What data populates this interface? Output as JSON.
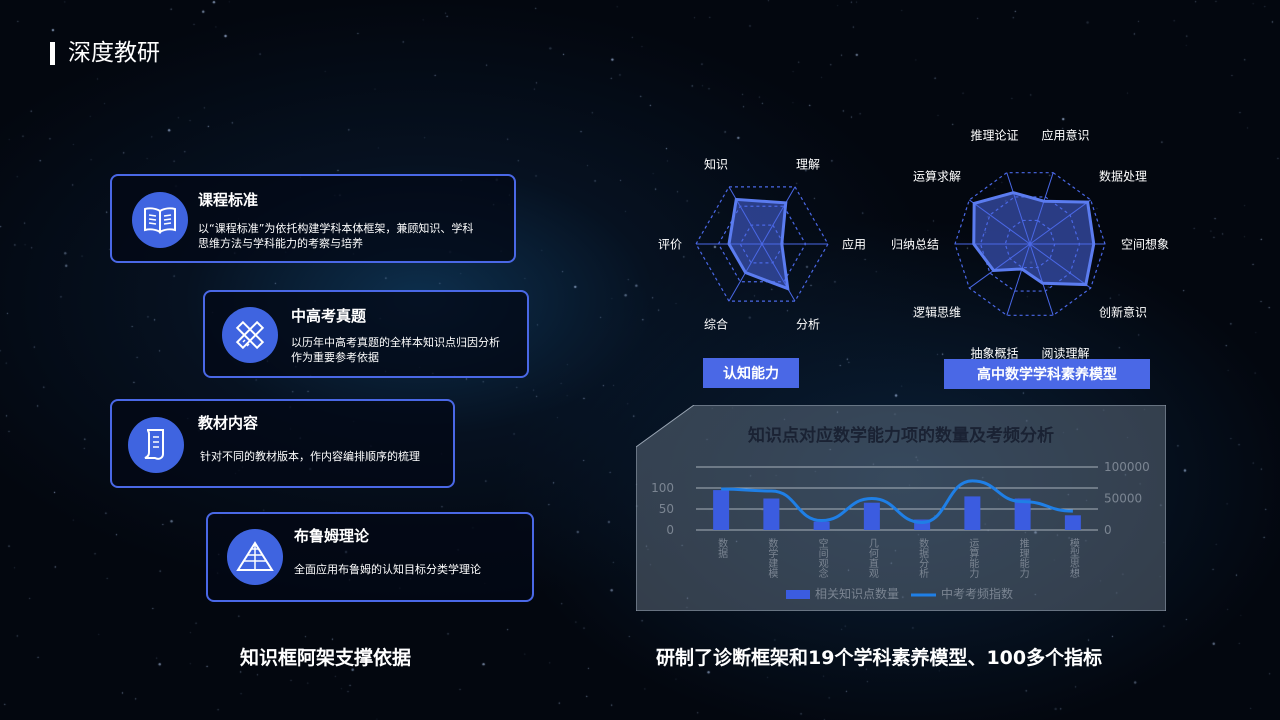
{
  "page": {
    "title": "深度教研"
  },
  "cards": [
    {
      "title": "课程标准",
      "desc": [
        "以“课程标准”为依托构建学科本体框架，兼顾知识、学科",
        "思维方法与学科能力的考察与培养"
      ],
      "icon": "book-icon"
    },
    {
      "title": "中高考真题",
      "desc": [
        "以历年中高考真题的全样本知识点归因分析",
        "作为重要参考依据"
      ],
      "icon": "pencil-ruler-icon"
    },
    {
      "title": "教材内容",
      "desc": [
        "针对不同的教材版本，作内容编排顺序的梳理"
      ],
      "icon": "document-icon"
    },
    {
      "title": "布鲁姆理论",
      "desc": [
        "全面应用布鲁姆的认知目标分类学理论"
      ],
      "icon": "pyramid-icon"
    }
  ],
  "captions": {
    "left": "知识框阿架支撑依据",
    "right": "研制了诊断框架和19个学科素养模型、100多个指标"
  },
  "radars": [
    {
      "button": "认知能力",
      "axes": [
        "理解",
        "应用",
        "分析",
        "综合",
        "评价",
        "知识"
      ],
      "values": [
        0.72,
        0.3,
        0.78,
        0.5,
        0.5,
        0.78
      ]
    },
    {
      "button": "高中数学学科素养模型",
      "axes": [
        "应用意识",
        "数据处理",
        "空间想象",
        "创新意识",
        "阅读理解",
        "抽象概括",
        "逻辑思维",
        "归纳总结",
        "运算求解",
        "推理论证"
      ],
      "values": [
        0.6,
        0.95,
        0.85,
        0.92,
        0.55,
        0.35,
        0.6,
        0.75,
        0.92,
        0.72
      ]
    }
  ],
  "chart_data": {
    "type": "bar",
    "title": "知识点对应数学能力项的数量及考频分析",
    "categories": [
      "数据",
      "数学建模",
      "空间观念",
      "几何直观",
      "数据分析",
      "运算能力",
      "推理能力",
      "模型思想"
    ],
    "series": [
      {
        "name": "相关知识点数量",
        "type": "bar",
        "axis": "left",
        "values": [
          95,
          75,
          20,
          65,
          25,
          80,
          75,
          35
        ]
      },
      {
        "name": "中考考频指数",
        "type": "line",
        "axis": "right",
        "values": [
          65000,
          62000,
          15000,
          50000,
          12000,
          78000,
          45000,
          30000
        ]
      }
    ],
    "yleft": {
      "ticks": [
        0,
        50,
        100
      ],
      "max": 150
    },
    "yright": {
      "ticks": [
        0,
        50000,
        100000
      ],
      "max": 100000
    },
    "legend": "bottom",
    "colors": {
      "bar": "#3b5ce0",
      "line": "#1f7fe6"
    }
  }
}
